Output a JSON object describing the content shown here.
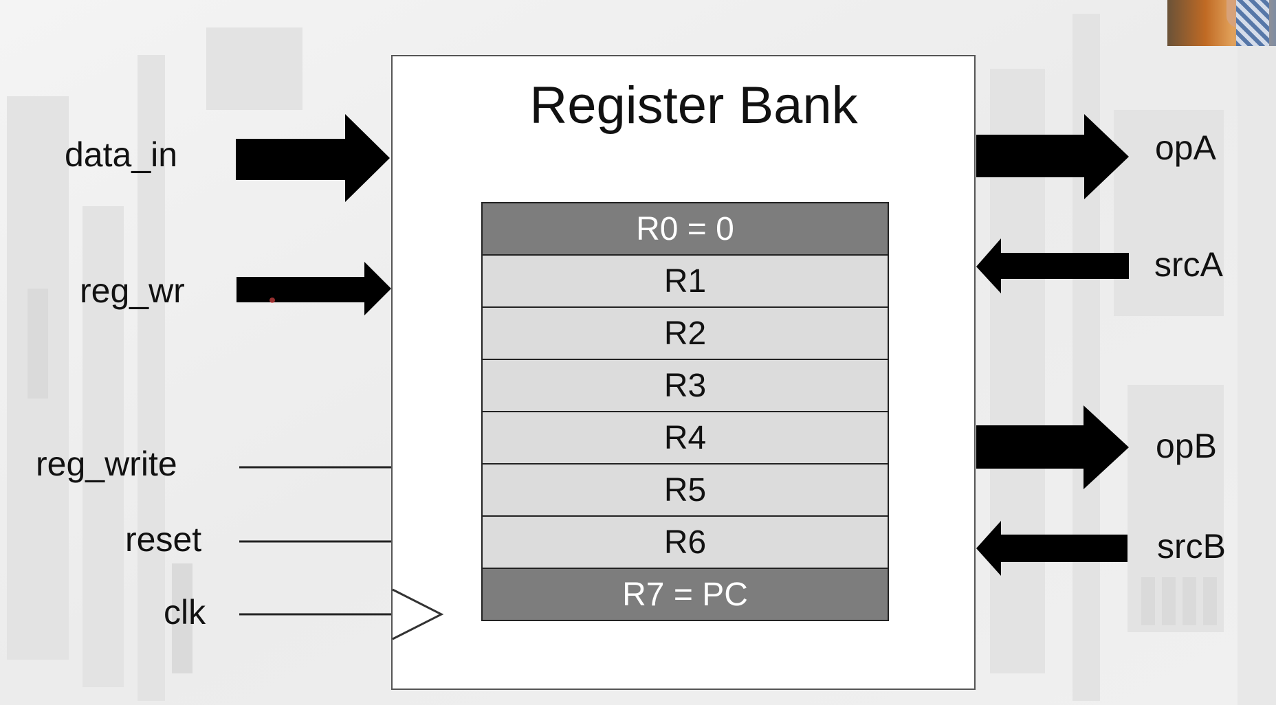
{
  "bank": {
    "title": "Register Bank"
  },
  "registers": [
    {
      "label": "R0 = 0",
      "shade": "dark"
    },
    {
      "label": "R1",
      "shade": "light"
    },
    {
      "label": "R2",
      "shade": "light"
    },
    {
      "label": "R3",
      "shade": "light"
    },
    {
      "label": "R4",
      "shade": "light"
    },
    {
      "label": "R5",
      "shade": "light"
    },
    {
      "label": "R6",
      "shade": "light"
    },
    {
      "label": "R7 = PC",
      "shade": "dark"
    }
  ],
  "inputs": {
    "data_in": "data_in",
    "reg_wr": "reg_wr",
    "reg_write": "reg_write",
    "reset": "reset",
    "clk": "clk"
  },
  "outputs": {
    "opA": "opA",
    "srcA": "srcA",
    "opB": "opB",
    "srcB": "srcB"
  },
  "colors": {
    "arrow": "#000000",
    "register_light": "#dcdcdc",
    "register_dark": "#7d7d7d",
    "box": "#ffffff"
  }
}
